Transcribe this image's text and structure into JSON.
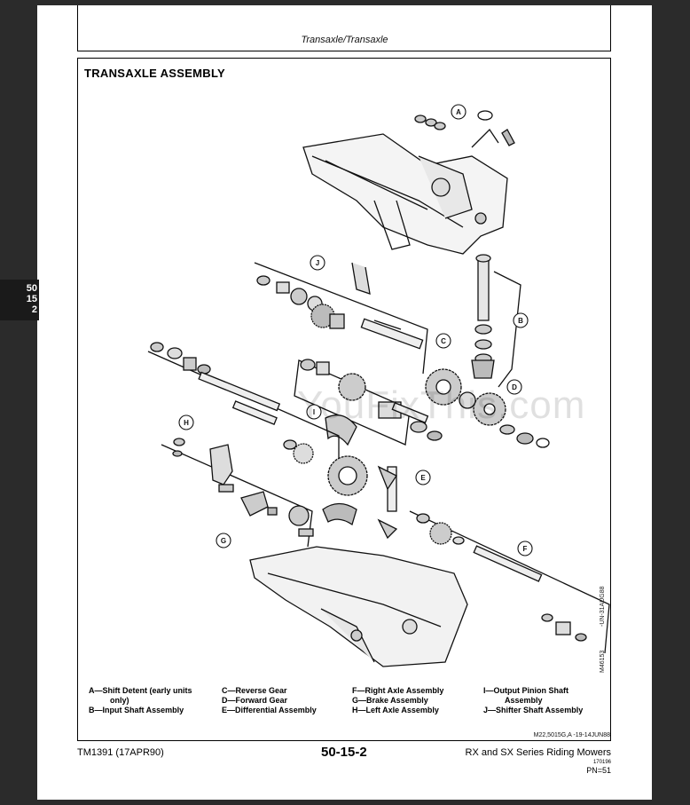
{
  "header": {
    "title": "Transaxle/Transaxle"
  },
  "section": {
    "title": "TRANSAXLE ASSEMBLY"
  },
  "side_tab": {
    "line1": "50",
    "line2": "15",
    "line3": "2"
  },
  "watermark": "YouFixThis.com",
  "diagram": {
    "callouts": [
      "A",
      "B",
      "C",
      "D",
      "E",
      "F",
      "G",
      "H",
      "I",
      "J"
    ],
    "vertical_codes": [
      "-UN-31AUG88",
      "M46153"
    ]
  },
  "legend": {
    "col1": [
      "A—Shift Detent (early units",
      "only)",
      "B—Input Shaft Assembly"
    ],
    "col2": [
      "C—Reverse Gear",
      "D—Forward Gear",
      "E—Differential Assembly"
    ],
    "col3": [
      "F—Right Axle Assembly",
      "G—Brake Assembly",
      "H—Left Axle Assembly"
    ],
    "col4": [
      "I—Output Pinion Shaft",
      "Assembly",
      "J—Shifter Shaft Assembly"
    ]
  },
  "figure_code": "M22,5015G,A     -19-14JUN88",
  "footer": {
    "left": "TM1391 (17APR90)",
    "center": "50-15-2",
    "right": "RX and SX Series Riding Mowers",
    "small": "170196",
    "pn": "PN=51"
  }
}
